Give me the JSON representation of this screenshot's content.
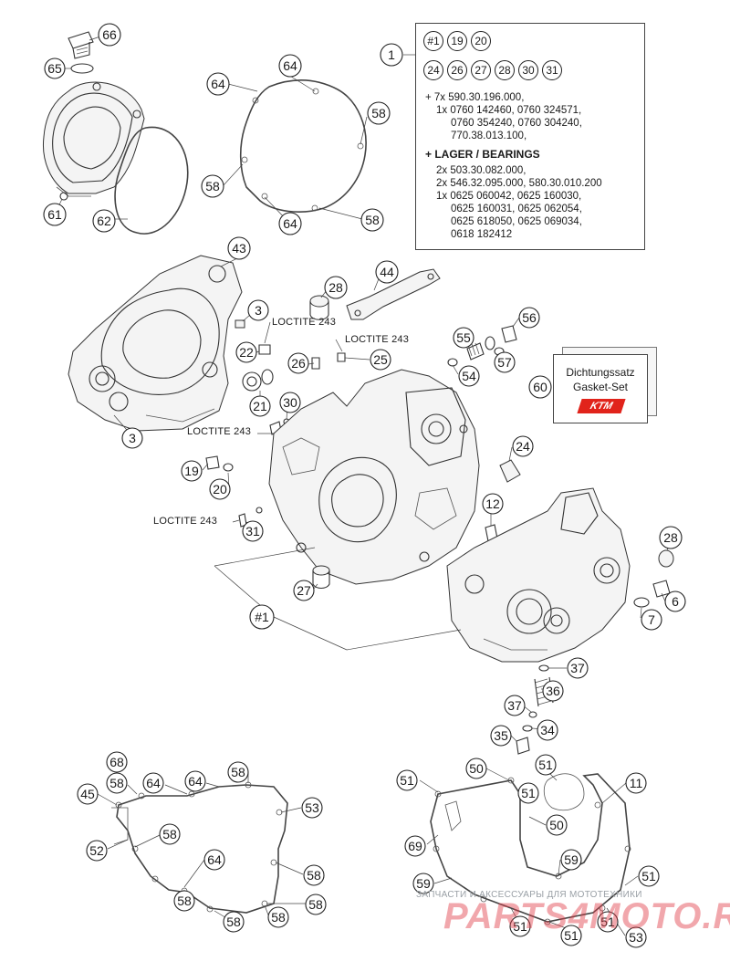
{
  "kit": {
    "callout": "1",
    "refs_row1": [
      "#1",
      "19",
      "20"
    ],
    "refs_row2": [
      "24",
      "26",
      "27",
      "28",
      "30",
      "31"
    ],
    "line1": "+ 7x 590.30.196.000,",
    "line2": "1x 0760 142460, 0760 324571,",
    "line3": "0760 354240, 0760 304240,",
    "line4": "770.38.013.100,",
    "bearings_heading": "+ LAGER / BEARINGS",
    "line5": "2x 503.30.082.000,",
    "line6": "2x 546.32.095.000, 580.30.010.200",
    "line7": "1x 0625 060042, 0625 160030,",
    "line8": "0625 160031, 0625 062054,",
    "line9": "0625 618050, 0625 069034,",
    "line10": "0618 182412"
  },
  "seal_set": {
    "callout": "60",
    "line1": "Dichtungssatz",
    "line2": "Gasket-Set",
    "logo": "KTM"
  },
  "loctite_label": "LOCTITE 243",
  "callouts": {
    "c66": "66",
    "c65": "65",
    "c61": "61",
    "c62": "62",
    "c64a": "64",
    "c64b": "64",
    "c58a": "58",
    "c58b": "58",
    "c58c": "58",
    "c64c": "64",
    "c43": "43",
    "c3a": "3",
    "c3b": "3",
    "c28a": "28",
    "c44": "44",
    "c22": "22",
    "c21": "21",
    "c30": "30",
    "c26": "26",
    "c25": "25",
    "c55": "55",
    "c56": "56",
    "c54": "54",
    "c57": "57",
    "c19": "19",
    "c20": "20",
    "c24": "24",
    "c12": "12",
    "c31": "31",
    "c27": "27",
    "c1h": "#1",
    "c28b": "28",
    "c6": "6",
    "c7": "7",
    "c37a": "37",
    "c36": "36",
    "c37b": "37",
    "c35": "35",
    "c34": "34",
    "c68": "68",
    "c58d": "58",
    "c64d": "64",
    "c64e": "64",
    "c58e": "58",
    "c45": "45",
    "c53a": "53",
    "c58f": "58",
    "c52": "52",
    "c64f": "64",
    "c58g": "58",
    "c58h": "58",
    "c58i": "58",
    "c58j": "58",
    "c58k": "58",
    "c50a": "50",
    "c51a": "51",
    "c51b": "51",
    "c51c": "51",
    "c50b": "50",
    "c11": "11",
    "c69": "69",
    "c59a": "59",
    "c59b": "59",
    "c51d": "51",
    "c51e": "51",
    "c51f": "51",
    "c51g": "51",
    "c53b": "53"
  },
  "watermark": {
    "line": "ЗАПЧАСТИ И АКСЕССУАРЫ ДЛЯ МОТОТЕХНИКИ",
    "brand": "PARTS4MOTO.RU"
  }
}
